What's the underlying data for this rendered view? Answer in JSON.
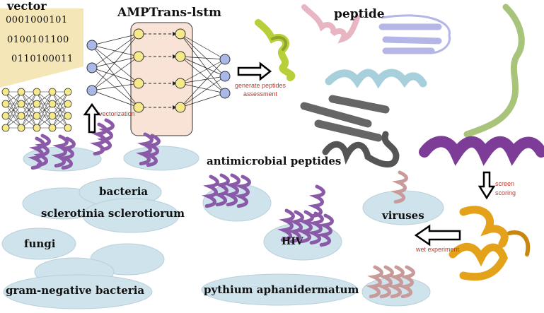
{
  "labels": {
    "vector": "vector",
    "model": "AMPTrans-lstm",
    "peptide": "peptide",
    "antimicrobial": "antimicrobial peptides",
    "bacteria": "bacteria",
    "sclerotinia": "sclerotinia sclerotiorum",
    "fungi": "fungi",
    "gram_negative": "gram-negative bacteria",
    "hiv": "HIV",
    "viruses": "viruses",
    "pythium": "pythium aphanidermatum"
  },
  "annotations": {
    "vectorization": "vectorization",
    "generate": "generate peptides",
    "assessment": "assessment",
    "screen": "screen",
    "scoring": "scoring",
    "wet": "wet experiment"
  },
  "bits": [
    "0001000101",
    "0100101100",
    "0110100011"
  ],
  "colors": {
    "ellipse": "#cfe3ec",
    "helix_purple": "#8a5aa8",
    "helix_pink": "#c89a9a",
    "node_blue": "#a9b8e8",
    "node_yellow": "#f6e98a",
    "lstm_box": "#f8e3d6",
    "vector_bg": "#f5e6b8",
    "red_text": "#c0392b"
  }
}
